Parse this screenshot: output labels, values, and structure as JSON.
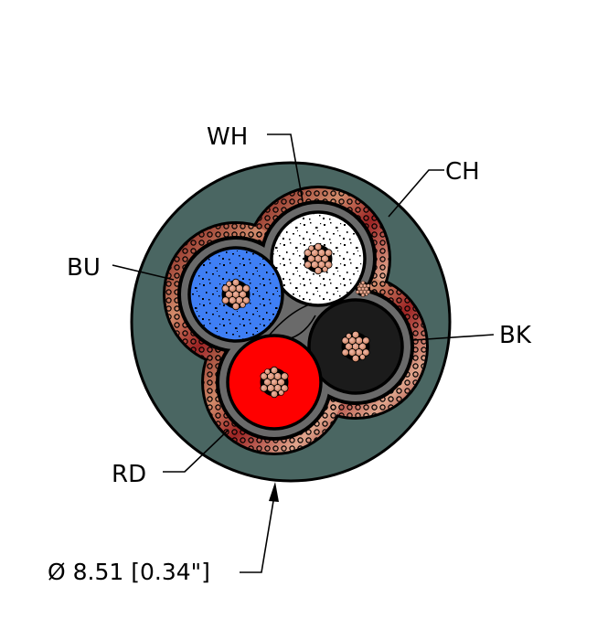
{
  "diagram": {
    "type": "cable-cross-section",
    "jacket": {
      "label": "CH",
      "color": "#4a6662"
    },
    "conductors": [
      {
        "label": "WH",
        "color": "#ffffff",
        "speckle": true
      },
      {
        "label": "BU",
        "color": "#3f7ff5",
        "speckle": true
      },
      {
        "label": "BK",
        "color": "#1b1b1b",
        "speckle": false
      },
      {
        "label": "RD",
        "color": "#ff0000",
        "speckle": false
      }
    ],
    "filler_color": "#6a6a6a",
    "shield_color": "#8c1a1a",
    "copper_color": "#d99577",
    "dimension": {
      "label": "Ø 8.51 [0.34\"]"
    }
  }
}
